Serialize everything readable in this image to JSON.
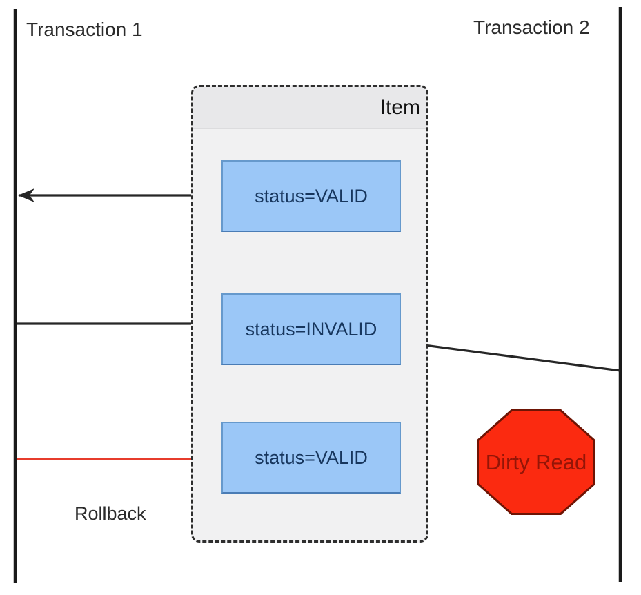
{
  "diagram": {
    "lifelines": [
      {
        "label": "Transaction 1"
      },
      {
        "label": "Transaction 2"
      }
    ],
    "item_container": {
      "title": "Item",
      "states": [
        {
          "label": "status=VALID"
        },
        {
          "label": "status=INVALID"
        },
        {
          "label": "status=VALID"
        }
      ]
    },
    "labels": {
      "rollback": "Rollback",
      "dirty_read": "Dirty Read"
    },
    "arrows": [
      {
        "name": "t1-reads-valid",
        "kind": "read",
        "color": "#262626"
      },
      {
        "name": "t1-writes-invalid",
        "kind": "write",
        "color": "#262626"
      },
      {
        "name": "t2-reads-invalid",
        "kind": "read",
        "color": "#262626"
      },
      {
        "name": "t1-rollback-write-valid",
        "kind": "write",
        "color": "#e73c2c"
      }
    ],
    "colors": {
      "lifeline": "#1a1a1a",
      "arrow_black": "#262626",
      "arrow_red": "#e73c2c",
      "state_fill": "#9bc7f7",
      "state_border": "#6699cc",
      "state_text": "#17365d",
      "container_body": "#f1f1f2",
      "container_header": "#e8e8ea",
      "stop_fill": "#fb2a10",
      "stop_border": "#6e1404",
      "stop_text": "#941507"
    }
  }
}
